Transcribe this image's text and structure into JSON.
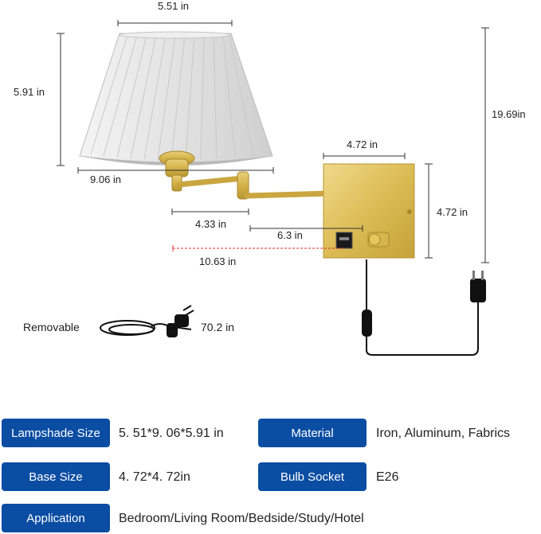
{
  "dimensions": {
    "top_width": "5.51 in",
    "shade_height": "5.91 in",
    "total_height": "19.69in",
    "bottom_width": "9.06 in",
    "base_width": "4.72 in",
    "base_height": "4.72 in",
    "arm_short": "4.33 in",
    "arm_mid": "6.3 in",
    "arm_long": "10.63 in"
  },
  "cord": {
    "label": "Removable",
    "length": "70.2 in"
  },
  "specs": {
    "lampshade_size": {
      "label": "Lampshade Size",
      "value": "5. 51*9. 06*5.91 in"
    },
    "material": {
      "label": "Material",
      "value": "Iron, Aluminum, Fabrics"
    },
    "base_size": {
      "label": "Base Size",
      "value": "4. 72*4. 72in"
    },
    "bulb_socket": {
      "label": "Bulb Socket",
      "value": "E26"
    },
    "application": {
      "label": "Application",
      "value": "Bedroom/Living Room/Bedside/Study/Hotel"
    }
  },
  "colors": {
    "label_bg": "#0a4da3",
    "brass": "#d4b24a",
    "shade": "#dcdcdc"
  }
}
